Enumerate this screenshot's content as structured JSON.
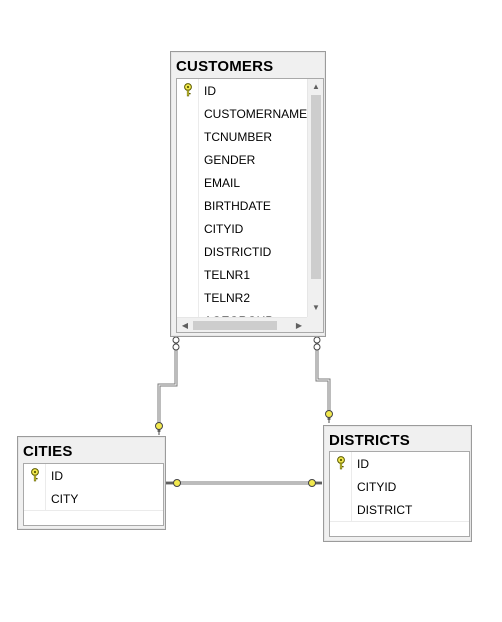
{
  "tables": {
    "customers": {
      "name": "CUSTOMERS",
      "columns": [
        "ID",
        "CUSTOMERNAME",
        "TCNUMBER",
        "GENDER",
        "EMAIL",
        "BIRTHDATE",
        "CITYID",
        "DISTRICTID",
        "TELNR1",
        "TELNR2",
        "AGEGROUP"
      ],
      "primary_key": "ID"
    },
    "cities": {
      "name": "CITIES",
      "columns": [
        "ID",
        "CITY"
      ],
      "primary_key": "ID"
    },
    "districts": {
      "name": "DISTRICTS",
      "columns": [
        "ID",
        "CITYID",
        "DISTRICT"
      ],
      "primary_key": "ID"
    }
  },
  "relationships": [
    {
      "from": "CUSTOMERS",
      "to": "CITIES"
    },
    {
      "from": "CUSTOMERS",
      "to": "DISTRICTS"
    },
    {
      "from": "DISTRICTS",
      "to": "CITIES"
    }
  ],
  "colors": {
    "key_icon": "#f2e94e",
    "connector": "#7a7a7a",
    "table_background": "#f0f0f0"
  },
  "icons": {
    "key": "key-icon",
    "scroll_up": "▲",
    "scroll_down": "▼",
    "scroll_left": "◀",
    "scroll_right": "▶"
  }
}
